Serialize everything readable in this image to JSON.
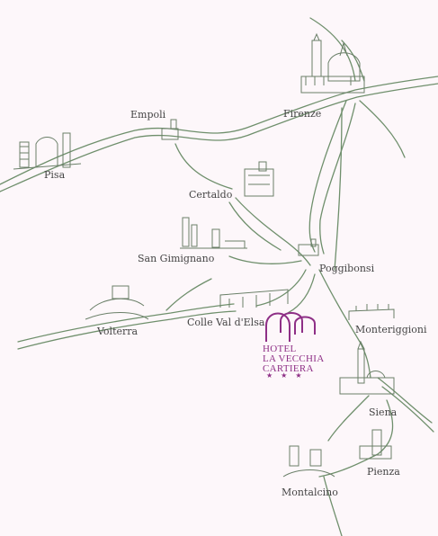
{
  "map": {
    "background_color": "#fdf7fa",
    "road_color": "#6f8f6c",
    "sketch_color": "#6a7f68",
    "towns": [
      {
        "name": "Pisa"
      },
      {
        "name": "Empoli"
      },
      {
        "name": "Firenze"
      },
      {
        "name": "Certaldo"
      },
      {
        "name": "San Gimignano"
      },
      {
        "name": "Poggibonsi"
      },
      {
        "name": "Volterra"
      },
      {
        "name": "Colle Val d'Elsa"
      },
      {
        "name": "Monteriggioni"
      },
      {
        "name": "Siena"
      },
      {
        "name": "Pienza"
      },
      {
        "name": "Montalcino"
      }
    ]
  },
  "hotel_logo": {
    "line1": "HOTEL",
    "line2": "LA VECCHIA",
    "line3": "CARTIERA",
    "stars": "★★★",
    "color": "#8e2f86"
  }
}
